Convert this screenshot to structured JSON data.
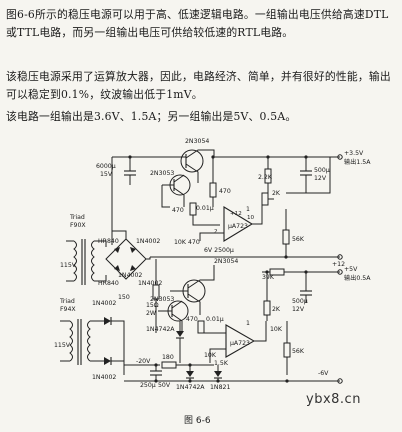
{
  "text": {
    "p1": "图6-6所示的稳压电源可以用于高、低速逻辑电路。一组输出电压供给高速DTL或TTL电路，而另一组输出电压可供给较低速的RTL电路。",
    "p2": "该稳压电源采用了运算放大器，因此，电路经济、简单，并有很好的性能，输出可以稳定到0.1%，纹波输出低于1mV。",
    "p3": "该电路一组输出是3.6V、1.5A；另一组输出是5V、0.5A。"
  },
  "figure": {
    "caption": "图 6-6",
    "watermark": "ybx8.cn",
    "labels": {
      "q1": "2N3054",
      "q2": "2N3053",
      "q3": "2N3054",
      "q4": "2N3053",
      "c1": "6000μ",
      "c1v": "15V",
      "triad1": "Triad",
      "triad1b": "F90X",
      "triad2": "Triad",
      "triad2b": "F94X",
      "v115a": "115V",
      "v115b": "115V",
      "d_hr840a": "HR840",
      "d_hr840b": "HR840",
      "d_1n4002a": "1N4002",
      "d_1n4002b": "1N4002",
      "d_1n4002c": "1N4002",
      "d_1n4002d": "1N4002",
      "d_1n4002e": "1N4002",
      "r470a": "470",
      "r470b": "470",
      "r470c": "470",
      "r470d": "470",
      "c001": "0.01μ",
      "c001b": "0.01μ",
      "r10k": "10K",
      "r10kb": "10K",
      "r10kc": "10K",
      "r2k": "2K",
      "r2kb": "2K",
      "r22k": "2.2K",
      "r56k": "56K",
      "r56kb": "56K",
      "r39k": "39K",
      "r1": "1",
      "r1b": "1",
      "r15k": "1.5K",
      "c500": "500μ",
      "c500v": "12V",
      "c500b": "500μ",
      "c500bv": "12V",
      "ic1": "μA723",
      "ic2": "μA723",
      "p35v": "+3.5V",
      "p35i": "输出1.5A",
      "p5v": "+5V",
      "p5i": "输出0.5A",
      "m6v": "-6V",
      "m20v": "-20V",
      "r180": "180",
      "c250": "250μ",
      "c250v": "50V",
      "z1n4742": "1N4742A",
      "z1n4742b": "1N4742A",
      "z1n821": "1N821",
      "c6v": "6V 2500μ",
      "r15": "15Ω",
      "v2w": "2W",
      "n12": "+12",
      "n12b": "+12",
      "n10": "10",
      "n2": "2"
    }
  }
}
